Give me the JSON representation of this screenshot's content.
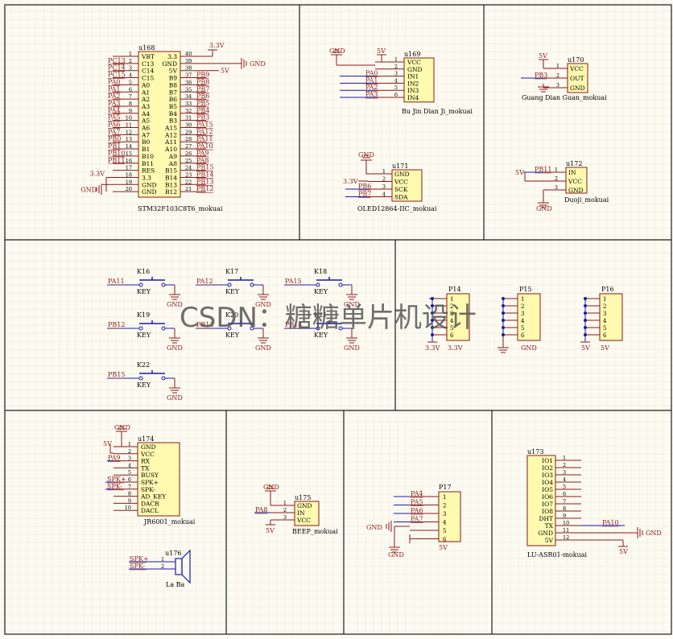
{
  "colors": {
    "background": "#fdfbf2",
    "grid": "#ece7d6",
    "border": "#1a1a1a",
    "component_body": "#fffab0",
    "component_outline": "#8b1a1a",
    "wire": "#1a1aa8",
    "net_label": "#8b1a1a",
    "pin_text": "#000000",
    "watermark": "#555555"
  },
  "watermark": "CSDN：糖糖单片机设计",
  "mcu": {
    "designator": "u168",
    "name": "STM32F103C8T6_mokuai",
    "left_pins": [
      {
        "num": "1",
        "name": "VBT",
        "net": ""
      },
      {
        "num": "2",
        "name": "C13",
        "net": "PC13"
      },
      {
        "num": "3",
        "name": "C14",
        "net": "PC14"
      },
      {
        "num": "4",
        "name": "C15",
        "net": "PC15"
      },
      {
        "num": "5",
        "name": "A0",
        "net": "PA0"
      },
      {
        "num": "6",
        "name": "A1",
        "net": "PA1"
      },
      {
        "num": "7",
        "name": "A2",
        "net": "PA2"
      },
      {
        "num": "8",
        "name": "A3",
        "net": "PA3"
      },
      {
        "num": "9",
        "name": "A4",
        "net": "PA4"
      },
      {
        "num": "10",
        "name": "A5",
        "net": "PA5"
      },
      {
        "num": "11",
        "name": "A6",
        "net": "PA6"
      },
      {
        "num": "12",
        "name": "A7",
        "net": "PA7"
      },
      {
        "num": "13",
        "name": "B0",
        "net": "PB0"
      },
      {
        "num": "14",
        "name": "B1",
        "net": "PB1"
      },
      {
        "num": "15",
        "name": "B10",
        "net": "PB10"
      },
      {
        "num": "16",
        "name": "B11",
        "net": "PB11"
      },
      {
        "num": "17",
        "name": "RES",
        "net": ""
      },
      {
        "num": "18",
        "name": "3.3",
        "net": "3.3V"
      },
      {
        "num": "19",
        "name": "GND",
        "net": "GND"
      },
      {
        "num": "20",
        "name": "GND",
        "net": ""
      }
    ],
    "right_pins": [
      {
        "num": "40",
        "name": "3.3",
        "net": "3.3V"
      },
      {
        "num": "39",
        "name": "GND",
        "net": "GND"
      },
      {
        "num": "38",
        "name": "5V",
        "net": "5V"
      },
      {
        "num": "37",
        "name": "B9",
        "net": "PB9"
      },
      {
        "num": "36",
        "name": "B8",
        "net": "PB8"
      },
      {
        "num": "35",
        "name": "B7",
        "net": "PB7"
      },
      {
        "num": "34",
        "name": "B6",
        "net": "PB6"
      },
      {
        "num": "33",
        "name": "B5",
        "net": "PB5"
      },
      {
        "num": "32",
        "name": "B4",
        "net": "PB4"
      },
      {
        "num": "31",
        "name": "B3",
        "net": "PB3"
      },
      {
        "num": "30",
        "name": "A15",
        "net": "PA15"
      },
      {
        "num": "29",
        "name": "A12",
        "net": "PA12"
      },
      {
        "num": "28",
        "name": "A11",
        "net": "PA11"
      },
      {
        "num": "27",
        "name": "A10",
        "net": "PA10"
      },
      {
        "num": "26",
        "name": "A9",
        "net": "PA9"
      },
      {
        "num": "25",
        "name": "A8",
        "net": "PA8"
      },
      {
        "num": "24",
        "name": "B15",
        "net": "PB15"
      },
      {
        "num": "23",
        "name": "B14",
        "net": "PB14"
      },
      {
        "num": "22",
        "name": "B13",
        "net": "PB13"
      },
      {
        "num": "21",
        "name": "B12",
        "net": "PB12"
      }
    ]
  },
  "stepper": {
    "designator": "u169",
    "name": "Bu Jin Dian Ji_mokuai",
    "top_nets": {
      "gnd": "GND",
      "vcc": "5V"
    },
    "pins": [
      {
        "num": "1",
        "name": "VCC",
        "net": ""
      },
      {
        "num": "2",
        "name": "GND",
        "net": ""
      },
      {
        "num": "3",
        "name": "IN1",
        "net": "PA0"
      },
      {
        "num": "4",
        "name": "IN2",
        "net": "PA1"
      },
      {
        "num": "5",
        "name": "IN3",
        "net": "PA2"
      },
      {
        "num": "6",
        "name": "IN4",
        "net": "PA3"
      }
    ]
  },
  "light_sensor": {
    "designator": "u170",
    "name": "Guang Dian Guan_mokuai",
    "pins": [
      {
        "num": "1",
        "name": "VCC",
        "net": "5V"
      },
      {
        "num": "2",
        "name": "OUT",
        "net": "PB3"
      },
      {
        "num": "3",
        "name": "GND",
        "net": "GND"
      }
    ]
  },
  "oled": {
    "designator": "u171",
    "name": "OLED12864-IIC_mokuai",
    "top_net": "GND",
    "pins": [
      {
        "num": "1",
        "name": "GND",
        "net": ""
      },
      {
        "num": "2",
        "name": "VCC",
        "net": "3.3V"
      },
      {
        "num": "3",
        "name": "SCK",
        "net": "PB6"
      },
      {
        "num": "4",
        "name": "SDA",
        "net": "PB7"
      }
    ]
  },
  "servo": {
    "designator": "u172",
    "name": "Duoji_mokuai",
    "vcc_net": "5V",
    "pins": [
      {
        "num": "1",
        "name": "IN",
        "net": "PB11"
      },
      {
        "num": "2",
        "name": "VCC",
        "net": ""
      },
      {
        "num": "3",
        "name": "GND",
        "net": "GND"
      }
    ]
  },
  "keys": [
    {
      "ref": "K16",
      "label": "KEY",
      "net": "PA11",
      "gnd": "GND"
    },
    {
      "ref": "K17",
      "label": "KEY",
      "net": "PA12",
      "gnd": "GND"
    },
    {
      "ref": "K18",
      "label": "KEY",
      "net": "PA15",
      "gnd": "GND"
    },
    {
      "ref": "K19",
      "label": "KEY",
      "net": "PB12",
      "gnd": "GND"
    },
    {
      "ref": "K20",
      "label": "KEY",
      "net": "PB13",
      "gnd": "GND"
    },
    {
      "ref": "K21",
      "label": "KEY",
      "net": "PB14",
      "gnd": "GND"
    },
    {
      "ref": "K22",
      "label": "KEY",
      "net": "PB15",
      "gnd": "GND"
    }
  ],
  "headers": [
    {
      "ref": "P14",
      "pins": [
        "1",
        "2",
        "3",
        "4",
        "5",
        "6"
      ],
      "net": "3.3V",
      "net2": "3.3V"
    },
    {
      "ref": "P15",
      "pins": [
        "1",
        "2",
        "3",
        "4",
        "5",
        "6"
      ],
      "net": "GND",
      "net2": "GND"
    },
    {
      "ref": "P16",
      "pins": [
        "1",
        "2",
        "3",
        "4",
        "5",
        "6"
      ],
      "net": "5V",
      "net2": "5V"
    }
  ],
  "voice": {
    "designator": "u174",
    "name": "JR6001_mokuai",
    "top_net": "GND",
    "pins": [
      {
        "num": "1",
        "name": "GND",
        "net": ""
      },
      {
        "num": "2",
        "name": "VCC",
        "net": "5V"
      },
      {
        "num": "3",
        "name": "RX",
        "net": "PA9"
      },
      {
        "num": "4",
        "name": "TX",
        "net": ""
      },
      {
        "num": "5",
        "name": "BUSY",
        "net": ""
      },
      {
        "num": "6",
        "name": "SPK+",
        "net": "SPK+"
      },
      {
        "num": "7",
        "name": "SPK-",
        "net": "SPK-"
      },
      {
        "num": "8",
        "name": "AD_KEY",
        "net": ""
      },
      {
        "num": "9",
        "name": "DACR",
        "net": ""
      },
      {
        "num": "10",
        "name": "DACL",
        "net": ""
      }
    ]
  },
  "speaker": {
    "designator": "u176",
    "name": "La Ba",
    "pins": [
      {
        "num": "1",
        "net": "SPK+"
      },
      {
        "num": "2",
        "net": "SPK-"
      }
    ]
  },
  "beep": {
    "designator": "u175",
    "name": "BEEP_mokuai",
    "top_net": "GND",
    "bottom_net": "5V",
    "pins": [
      {
        "num": "1",
        "name": "GND",
        "net": ""
      },
      {
        "num": "2",
        "name": "IN",
        "net": "PA8"
      },
      {
        "num": "3",
        "name": "VCC",
        "net": ""
      }
    ]
  },
  "p17": {
    "ref": "P17",
    "gnd": "GND",
    "vcc": "5V",
    "pins": [
      {
        "num": "1",
        "net": "PA4"
      },
      {
        "num": "2",
        "net": "PA5"
      },
      {
        "num": "3",
        "net": "PA6"
      },
      {
        "num": "4",
        "net": "PA7"
      },
      {
        "num": "5",
        "net": ""
      },
      {
        "num": "6",
        "net": ""
      }
    ]
  },
  "asr": {
    "designator": "u173",
    "name": "LU-ASR01-mokuai",
    "pins": [
      {
        "num": "1",
        "name": "IO1",
        "net": ""
      },
      {
        "num": "2",
        "name": "IO2",
        "net": ""
      },
      {
        "num": "3",
        "name": "IO3",
        "net": ""
      },
      {
        "num": "4",
        "name": "IO4",
        "net": ""
      },
      {
        "num": "5",
        "name": "IO5",
        "net": ""
      },
      {
        "num": "6",
        "name": "IO6",
        "net": ""
      },
      {
        "num": "7",
        "name": "IO7",
        "net": ""
      },
      {
        "num": "8",
        "name": "IO8",
        "net": ""
      },
      {
        "num": "9",
        "name": "DHT",
        "net": ""
      },
      {
        "num": "10",
        "name": "TX",
        "net": "PA10"
      },
      {
        "num": "11",
        "name": "GND",
        "net": "GND"
      },
      {
        "num": "12",
        "name": "5V",
        "net": "5V"
      }
    ]
  }
}
